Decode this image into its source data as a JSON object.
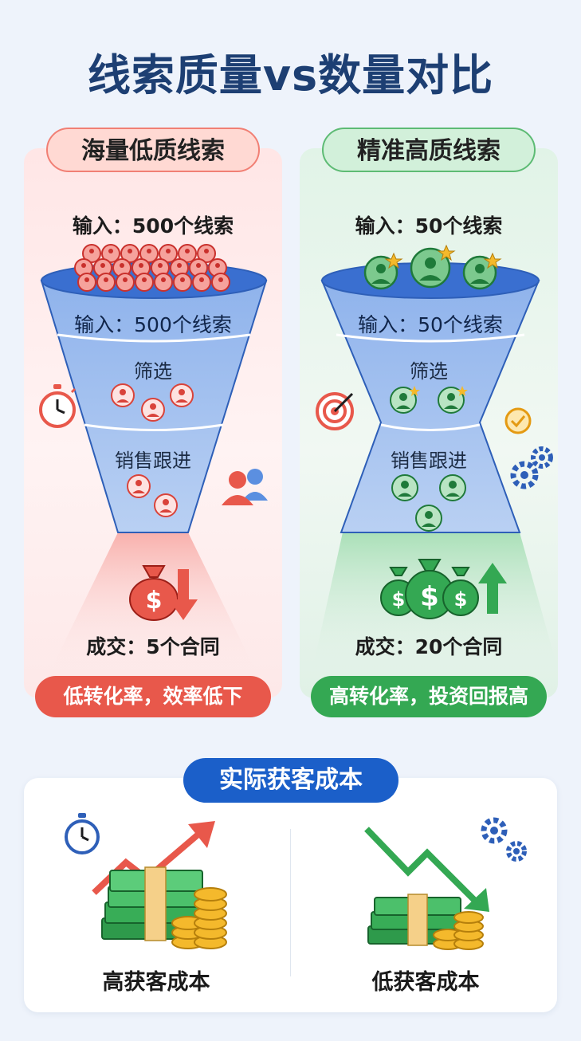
{
  "title": "线索质量vs数量对比",
  "left": {
    "header": "海量低质线索",
    "input_top": "输入：500个线索",
    "input_funnel": "输入：500个线索",
    "filter": "筛选",
    "followup": "销售跟进",
    "deal": "成交：5个合同",
    "summary": "低转化率，效率低下",
    "accent": "#e8584b"
  },
  "right": {
    "header": "精准高质线索",
    "input_top": "输入：50个线索",
    "input_funnel": "输入：50个线索",
    "filter": "筛选",
    "followup": "销售跟进",
    "deal": "成交：20个合同",
    "summary": "高转化率，投资回报高",
    "accent": "#34a853"
  },
  "bottom": {
    "header": "实际获客成本",
    "left_label": "高获客成本",
    "right_label": "低获客成本",
    "accent": "#1b5fc9"
  },
  "icons": [
    "stopwatch-icon",
    "people-icon",
    "money-bag-icon",
    "down-arrow-icon",
    "target-icon",
    "checkmark-icon",
    "gear-icon",
    "up-arrow-icon",
    "trend-up-icon",
    "trend-down-icon",
    "cash-stack-icon",
    "coin-stack-icon"
  ]
}
